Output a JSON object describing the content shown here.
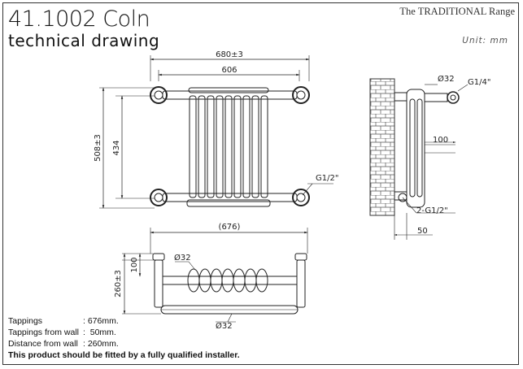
{
  "header": {
    "model": "41.1002 Coln",
    "subtitle": "technical drawing",
    "brand": "The TRADITIONAL Range",
    "units": "Unit: mm"
  },
  "front_view": {
    "width_overall": "680±3",
    "width_inner": "606",
    "height_overall": "508±3",
    "height_inner": "434",
    "connection": "G1/2\""
  },
  "side_view": {
    "diameter": "Ø32",
    "vent": "G1/4\"",
    "depth": "100",
    "connection": "2-G1/2\"",
    "wall_gap": "50"
  },
  "top_view": {
    "tapping_width": "(676)",
    "diameter_top": "Ø32",
    "diameter_bottom": "Ø32",
    "depth_overall": "260±3",
    "wall_offset": "100"
  },
  "specs": [
    {
      "label": "Tappings",
      "value": ": 676mm."
    },
    {
      "label": "Tappings from wall",
      "value": ":  50mm."
    },
    {
      "label": "Distance from wall",
      "value": ": 260mm."
    }
  ],
  "note": "This product should be fitted by a fully qualified installer."
}
